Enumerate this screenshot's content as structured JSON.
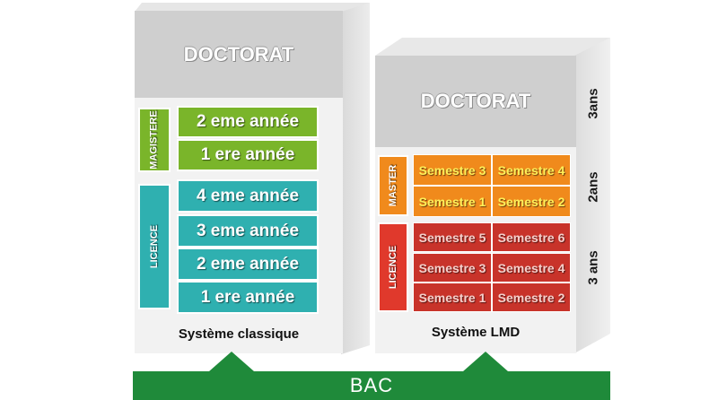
{
  "classic": {
    "doctorat": "DOCTORAT",
    "magistere_label": "MAGISTERE",
    "magistere_rows": [
      "2 eme année",
      "1 ere année"
    ],
    "licence_label": "LICENCE",
    "licence_rows": [
      "4 eme année",
      "3 eme année",
      "2 eme année",
      "1 ere année"
    ],
    "system_label": "Système classique"
  },
  "lmd": {
    "doctorat": "DOCTORAT",
    "master_label": "MASTER",
    "master_rows": [
      [
        "Semestre 3",
        "Semestre 4"
      ],
      [
        "Semestre 1",
        "Semestre 2"
      ]
    ],
    "licence_label": "LICENCE",
    "licence_rows": [
      [
        "Semestre 5",
        "Semestre 6"
      ],
      [
        "Semestre 3",
        "Semestre 4"
      ],
      [
        "Semestre 1",
        "Semestre 2"
      ]
    ],
    "system_label": "Système LMD",
    "years": [
      "3ans",
      "2ans",
      "3 ans"
    ]
  },
  "bac": "BAC",
  "colors": {
    "magistere": "#7ab52a",
    "licence_classic": "#2fb0b0",
    "master": "#f08a1c",
    "licence_lmd": "#c8332a",
    "bac": "#1f8a3a",
    "doctorat": "#cfcfcf"
  }
}
